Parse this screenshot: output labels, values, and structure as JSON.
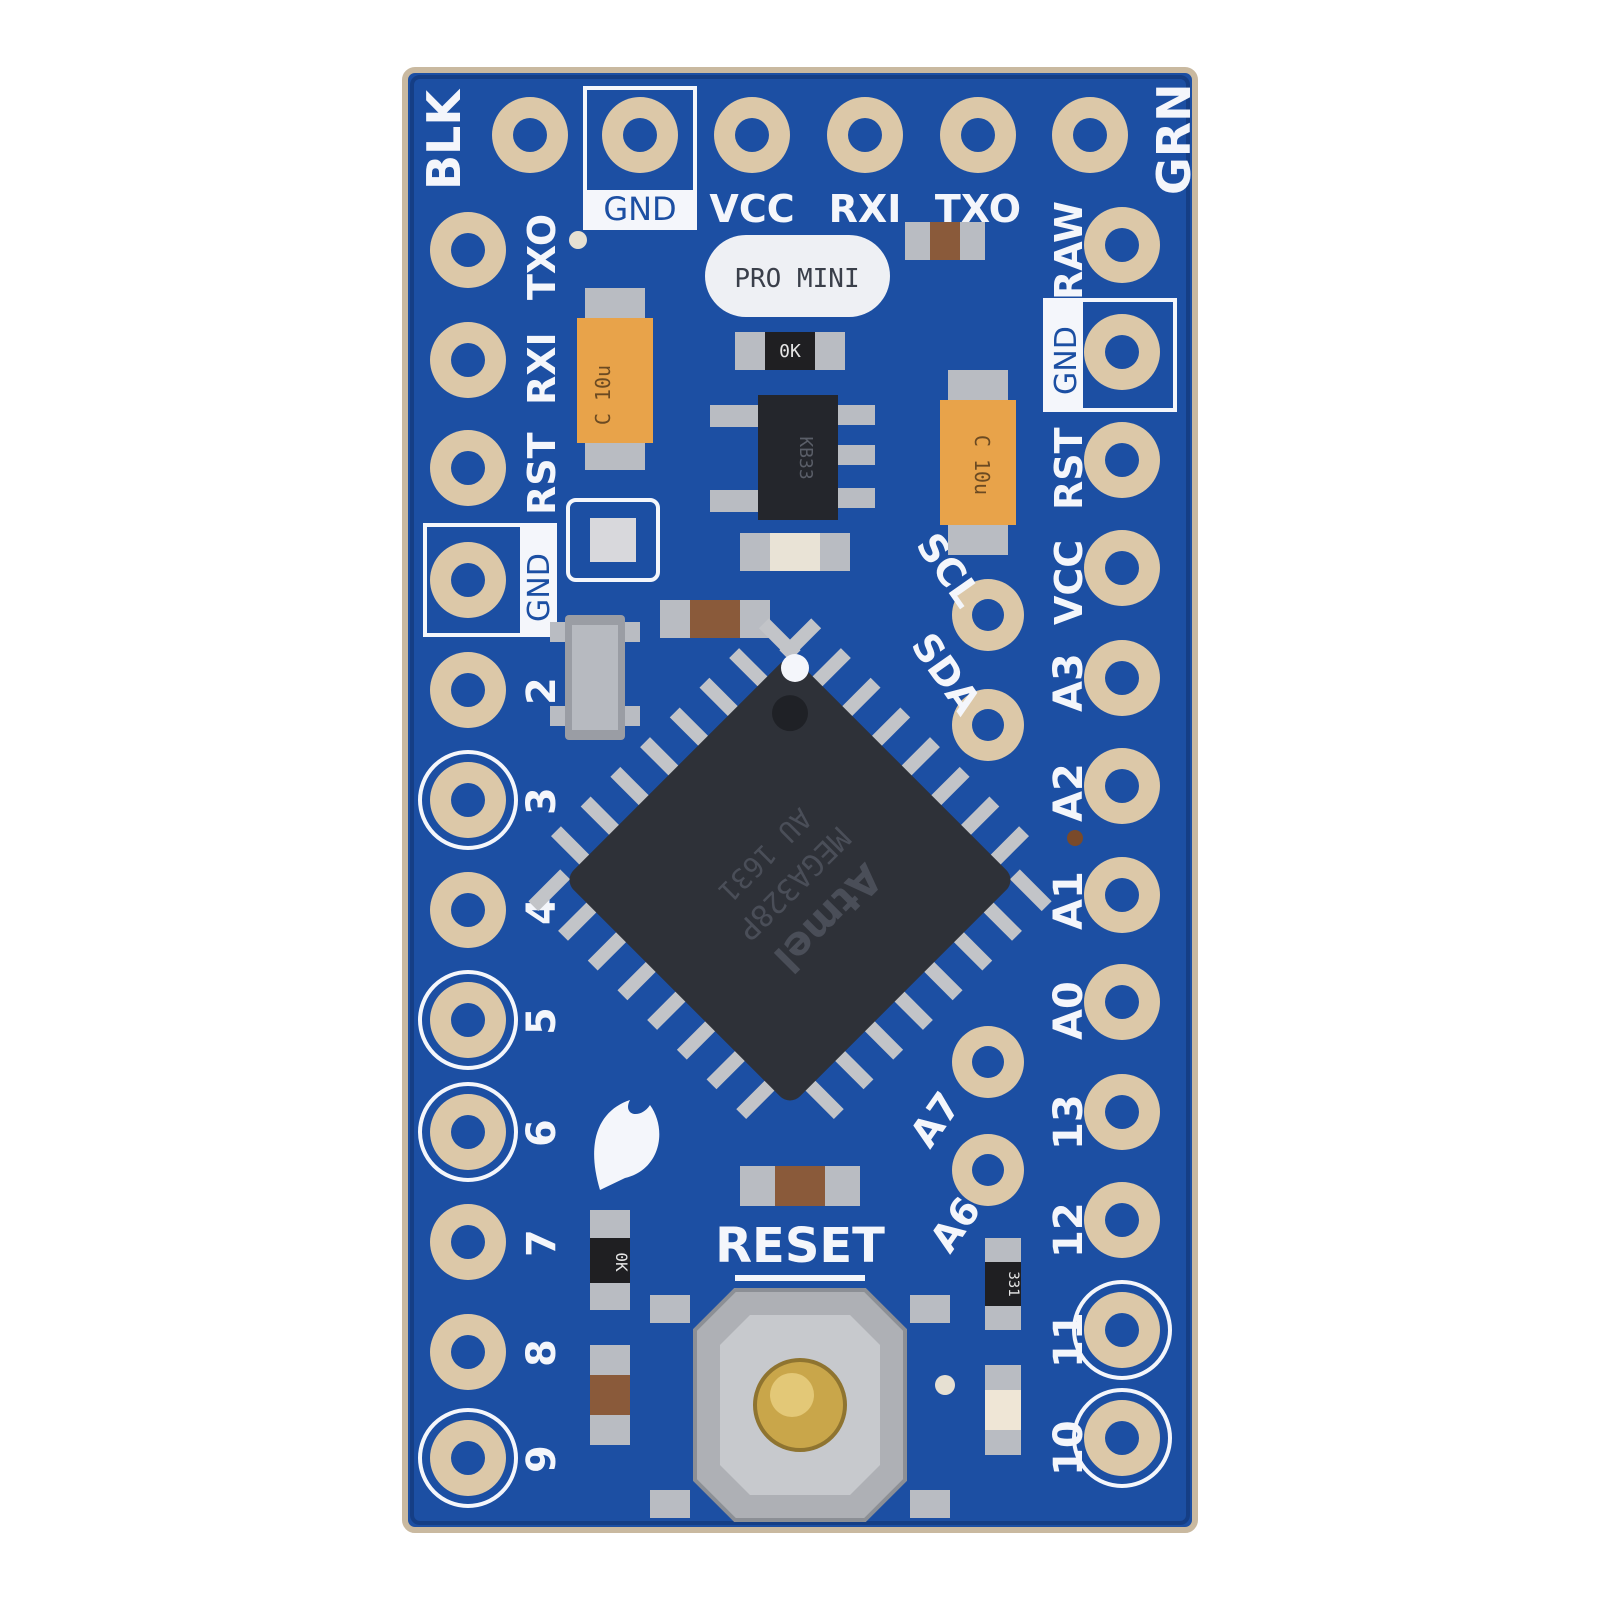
{
  "colors": {
    "pcb": "#1c4fa3",
    "pcb_edge": "#153e85",
    "silk": "#f4f6fb",
    "pad": "#dcc8a8",
    "chip": "#2e3138",
    "tantalum": "#e8a34a"
  },
  "labels": {
    "top_pins": {
      "gnd": "GND",
      "vcc": "VCC",
      "rxi": "RXI",
      "txo": "TXO"
    },
    "top_corner_left": "BLK",
    "top_corner_right": "GRN",
    "left_side": {
      "txo": "TXO",
      "rxi": "RXI",
      "rst": "RST",
      "gnd": "GND"
    },
    "left_digital": [
      "2",
      "3",
      "4",
      "5",
      "6",
      "7",
      "8",
      "9"
    ],
    "right_side": {
      "raw": "RAW",
      "gnd": "GND",
      "rst": "RST",
      "vcc": "VCC"
    },
    "right_analog": [
      "A3",
      "A2",
      "A1",
      "A0",
      "13",
      "12",
      "11",
      "10"
    ],
    "inner_pins": {
      "scl": "SCL",
      "sda": "SDA",
      "a7": "A7",
      "a6": "A6"
    },
    "logo_badge": "PRO MINI",
    "chip_brand": "Atmel",
    "chip_model": "MEGA328P",
    "chip_code": "AU 1631",
    "reset_button": "RESET",
    "cap_marking": "C 10u",
    "resistor_marking": "0K",
    "resistor_small": "331",
    "regulator_marking": "KB33"
  }
}
